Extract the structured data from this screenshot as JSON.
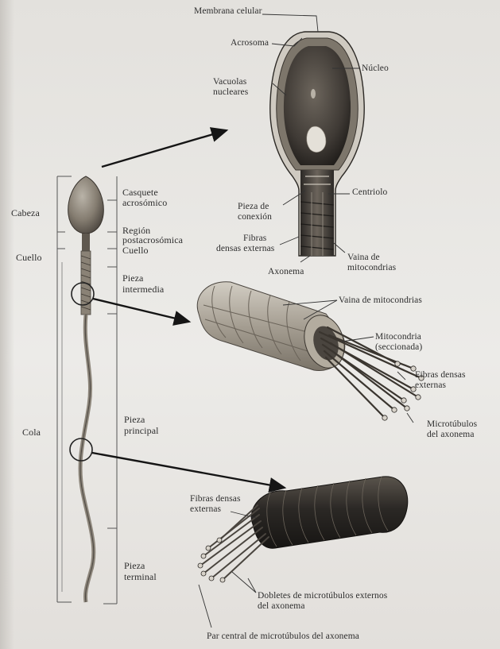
{
  "labels": {
    "membrana_celular": "Membrana celular",
    "acrosoma": "Acrosoma",
    "nucleo": "Núcleo",
    "vacuolas_1": "Vacuolas",
    "vacuolas_2": "nucleares",
    "centriolo": "Centriolo",
    "pieza_conexion_1": "Pieza de",
    "pieza_conexion_2": "conexión",
    "fibras_densas_ext_top_1": "Fibras",
    "fibras_densas_ext_top_2": "densas externas",
    "vaina_mito_top_1": "Vaina de",
    "vaina_mito_top_2": "mitocondrias",
    "axonema": "Axonema",
    "casquete_1": "Casquete",
    "casquete_2": "acrosómico",
    "cabeza": "Cabeza",
    "region_1": "Región",
    "region_2": "postacrosómica",
    "cuello_right": "Cuello",
    "cuello_left": "Cuello",
    "pieza_intermedia_1": "Pieza",
    "pieza_intermedia_2": "intermedia",
    "vaina_mito_mid": "Vaina de mitocondrias",
    "mitocondria_1": "Mitocondria",
    "mitocondria_2": "(seccionada)",
    "fibras_densas_mid_1": "Fibras densas",
    "fibras_densas_mid_2": "externas",
    "microtubulos_1": "Microtúbulos",
    "microtubulos_2": "del axonema",
    "cola": "Cola",
    "pieza_principal_1": "Pieza",
    "pieza_principal_2": "principal",
    "fibras_densas_low_1": "Fibras densas",
    "fibras_densas_low_2": "externas",
    "pieza_terminal_1": "Pieza",
    "pieza_terminal_2": "terminal",
    "dobletes_1": "Dobletes de microtúbulos externos",
    "dobletes_2": "del axonema",
    "par_central": "Par central de microtúbulos del axonema"
  }
}
